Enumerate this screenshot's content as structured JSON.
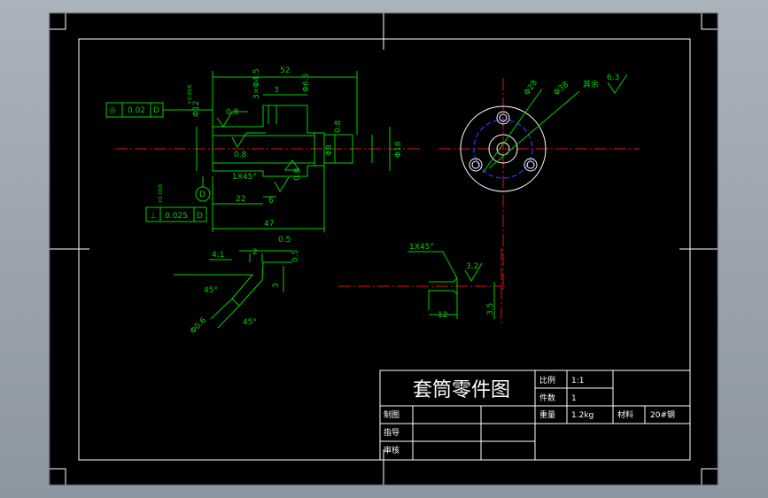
{
  "title_block": {
    "part_title": "套筒零件图",
    "scale_label": "比例",
    "scale_value": "1:1",
    "qty_label": "件数",
    "qty_value": "1",
    "weight_label": "重量",
    "weight_value": "1.2kg",
    "material_label": "材料",
    "material_value": "20#钢",
    "drawn_label": "制图",
    "guide_label": "指导",
    "review_label": "审核"
  },
  "dims": {
    "d52": "52",
    "d3xphi4_5": "3×Φ4.5",
    "d3": "3",
    "dphi6_5": "Φ6.5",
    "dphi12": "Φ12",
    "tol12": "+0.008",
    "r08_top": "0.8",
    "r08_mid": "0.8",
    "r08_bot": "0.8",
    "r08_right": "0.8",
    "d1x45": "1X45°",
    "d22": "22",
    "d6": "6",
    "d47": "47",
    "dphi8": "Φ8",
    "dphi18": "Φ18",
    "dphi28": "Φ28",
    "dphi38": "Φ38",
    "rest": "其余",
    "rough63": "6.3",
    "datum": "D",
    "fcf1_sym": "◎",
    "fcf1_val": "0.02",
    "fcf1_ref": "D",
    "fcf2_sym": "⊥",
    "fcf2_val": "0.025",
    "fcf2_ref": "D",
    "tol38": "+0.008",
    "det_scale": "4:1",
    "det_2": "2",
    "det_05a": "0.5",
    "det_05b": "0.5",
    "det_3": "3",
    "det_45a": "45°",
    "det_45b": "45°",
    "det_phi06": "Φ0.6",
    "det2_1x45": "1X45°",
    "det2_32": "3.2",
    "det2_12": "12",
    "det2_35": "3.5"
  }
}
